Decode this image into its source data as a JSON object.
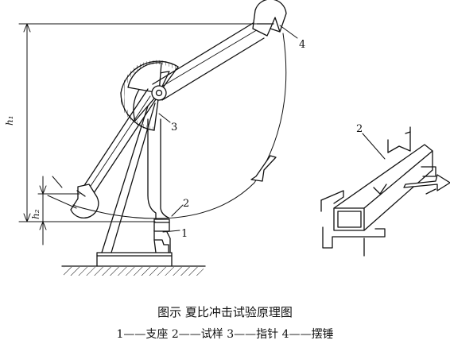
{
  "figure": {
    "caption_title": "图示   夏比冲击试验原理图",
    "caption_legend": "1——支座  2——试样  3——指针  4——摆锤",
    "callouts": {
      "support": "1",
      "specimen_main": "2",
      "pointer": "3",
      "hammer": "4",
      "specimen_detail": "2"
    },
    "heights": {
      "h1": "h₁",
      "h2": "h₂"
    }
  }
}
